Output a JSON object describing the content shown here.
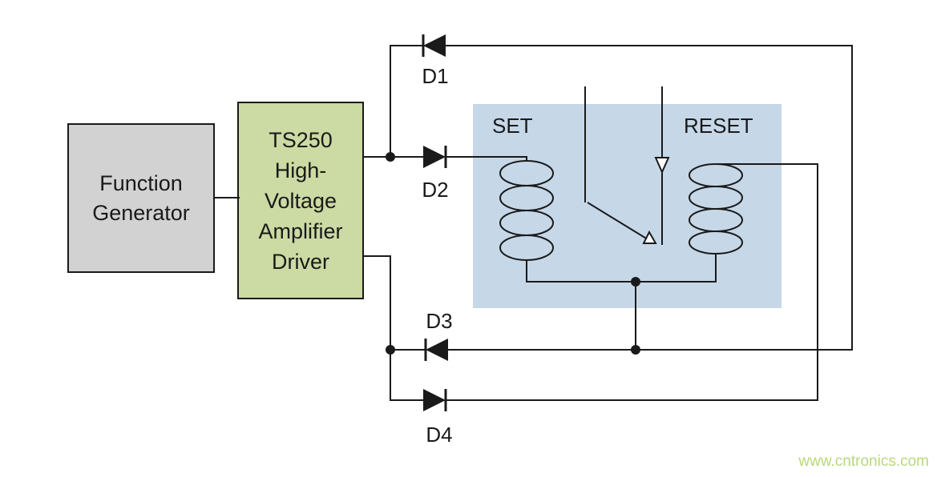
{
  "blocks": {
    "function_generator": {
      "line1": "Function",
      "line2": "Generator",
      "fill": "#d2d2d2"
    },
    "amplifier": {
      "line1": "TS250",
      "line2": "High-",
      "line3": "Voltage",
      "line4": "Amplifier",
      "line5": "Driver",
      "fill": "#ccdaa3"
    },
    "relay": {
      "set_label": "SET",
      "reset_label": "RESET",
      "fill": "#c6d7e8"
    }
  },
  "diodes": {
    "d1": {
      "label": "D1",
      "direction": "left"
    },
    "d2": {
      "label": "D2",
      "direction": "right"
    },
    "d3": {
      "label": "D3",
      "direction": "left"
    },
    "d4": {
      "label": "D4",
      "direction": "right"
    }
  },
  "watermark": {
    "text": "www.cntronics.com",
    "color": "#b9d77c"
  },
  "colors": {
    "wire": "#1a1a1a"
  }
}
